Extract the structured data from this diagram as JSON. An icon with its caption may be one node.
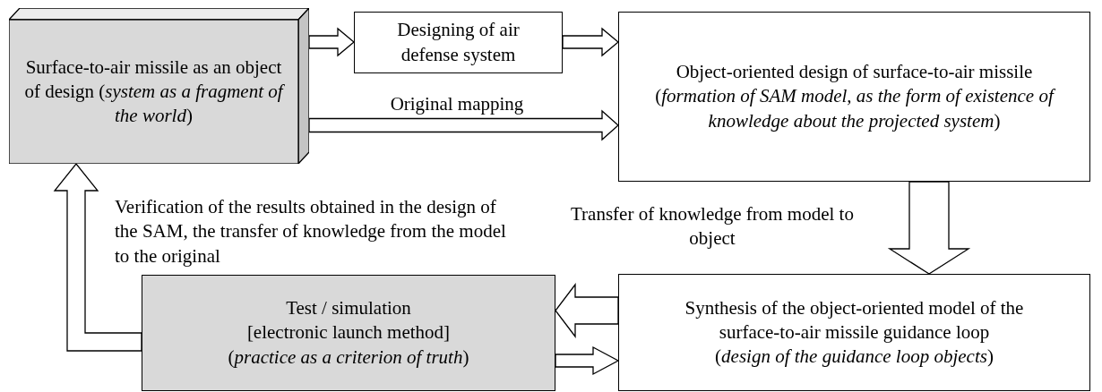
{
  "diagram": {
    "nodes": [
      {
        "text": [
          "Surface-to-air missile as an object of design (*system as a fragment of the world*)"
        ]
      },
      {
        "text": [
          "Designing of air defense system"
        ]
      },
      {
        "text": [
          "Object-oriented design of surface-to-air missile (*formation of SAM model, as the form of existence of knowledge about the projected system*)"
        ]
      },
      {
        "text": [
          "Synthesis of the object-oriented model of the surface-to-air missile guidance loop",
          "(*design of the guidance loop objects*)"
        ]
      },
      {
        "text": [
          "Test / simulation",
          "[electronic launch method]",
          "(*practice as a criterion of truth*)"
        ]
      }
    ],
    "edges": [
      {
        "from": 0,
        "to": 1,
        "arrow": "to"
      },
      {
        "from": 1,
        "to": 2,
        "arrow": "to"
      },
      {
        "from": 0,
        "to": 2,
        "arrow": "to",
        "label": "Original mapping"
      },
      {
        "from": 2,
        "to": 3,
        "arrow": "to",
        "label": "Transfer of knowledge from model to object"
      },
      {
        "from": 3,
        "to": 4,
        "arrow": "to"
      },
      {
        "from": 4,
        "to": 3,
        "arrow": "to"
      },
      {
        "from": 4,
        "to": 0,
        "arrow": "to",
        "label": "Verification of the results obtained in the design of the SAM, the transfer of knowledge from the model to the original"
      }
    ]
  }
}
